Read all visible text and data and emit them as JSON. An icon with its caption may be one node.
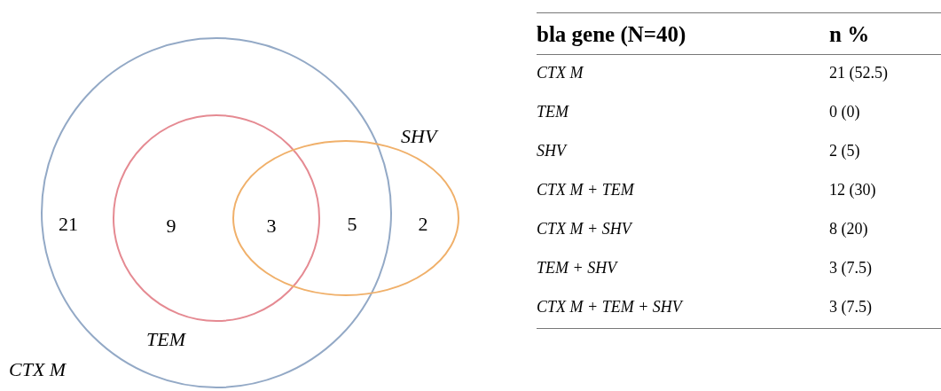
{
  "diagram": {
    "nodes": [
      {
        "text": [
          "CTX M"
        ]
      },
      {
        "text": [
          "TEM"
        ],
        "in": 0
      },
      {
        "text": [
          "SHV"
        ]
      }
    ],
    "edges": [],
    "labels": [
      "21",
      "9",
      "3",
      "5",
      "2",
      "bla gene (N=40)",
      "n %",
      "CTX M",
      "21 (52.5)",
      "TEM",
      "0 (0)",
      "SHV",
      "2 (5)",
      "CTX M + TEM",
      "12 (30)",
      "CTX M + SHV",
      "8 (20)",
      "TEM + SHV",
      "3 (7.5)",
      "CTX M + TEM + SHV",
      "3 (7.5)"
    ]
  }
}
